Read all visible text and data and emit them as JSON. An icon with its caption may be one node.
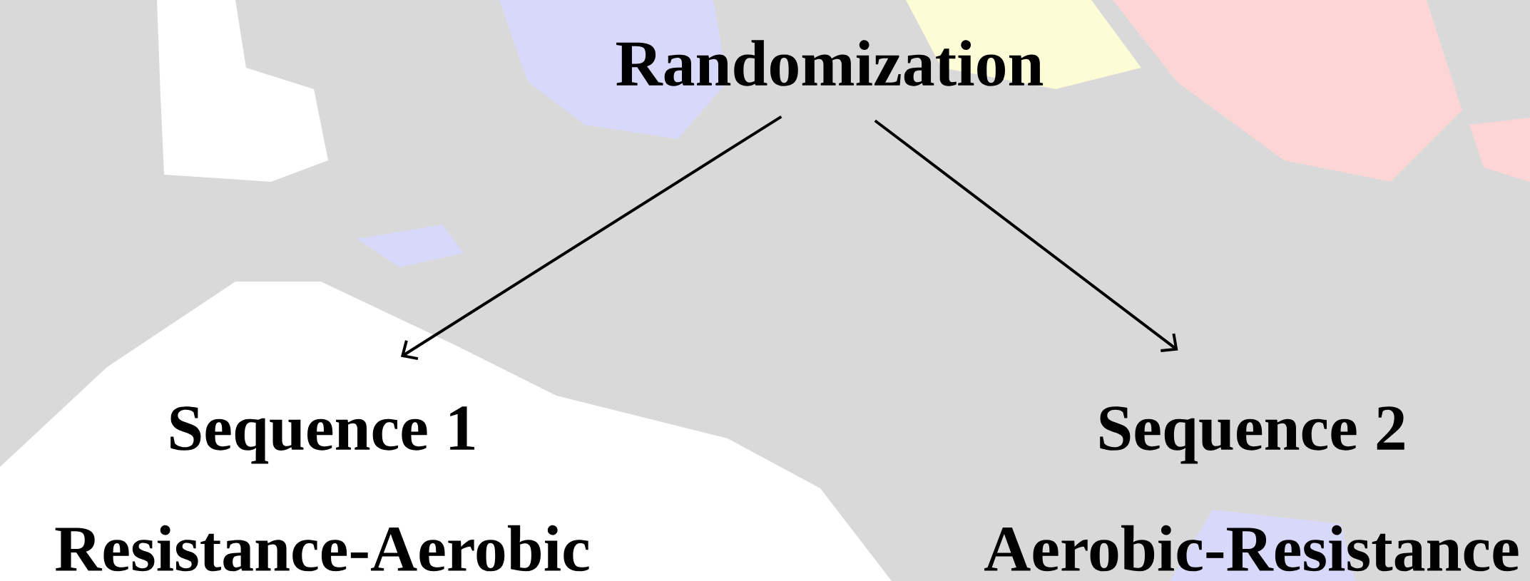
{
  "diagram": {
    "nodes": [
      {
        "text": [
          "Randomization"
        ]
      },
      {
        "text": [
          "Sequence 1",
          "Resistance-Aerobic"
        ]
      },
      {
        "text": [
          "Sequence 2",
          "Aerobic-Resistance"
        ]
      }
    ],
    "edges": [
      {
        "from": 0,
        "to": 1,
        "arrow": "to"
      },
      {
        "from": 0,
        "to": 2,
        "arrow": "to"
      }
    ]
  }
}
